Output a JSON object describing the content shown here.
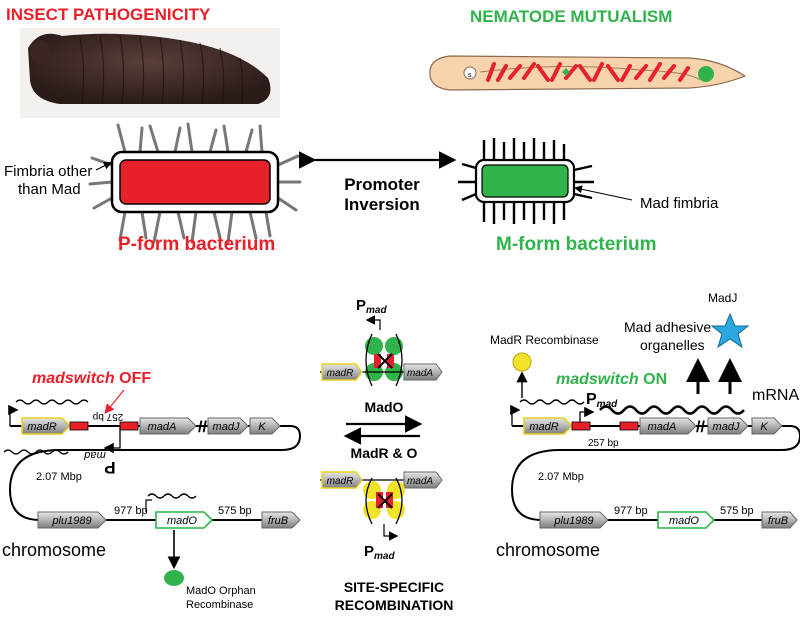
{
  "headings": {
    "insect": "INSECT PATHOGENICITY",
    "nematode": "NEMATODE MUTUALISM"
  },
  "middle": {
    "fimbria_other_line1": "Fimbria other",
    "fimbria_other_line2": "than Mad",
    "promoter_line1": "Promoter",
    "promoter_line2": "Inversion",
    "mad_fimbria": "Mad fimbria",
    "p_form": "P-form bacterium",
    "m_form": "M-form bacterium"
  },
  "left": {
    "status_italic": "madswitch",
    "status_word": "OFF",
    "bp_257": "257 bp",
    "p_label": "P",
    "p_sub": "mad",
    "mbp": "2.07 Mbp",
    "bp_977": "977 bp",
    "bp_575": "575 bp",
    "chromosome": "chromosome",
    "orphan_line1": "MadO Orphan",
    "orphan_line2": "Recombinase"
  },
  "center": {
    "p_top": "P",
    "p_top_sub": "mad",
    "madO": "MadO",
    "madRO": "MadR & O",
    "p_bottom": "P",
    "p_bottom_sub": "mad",
    "site_line1": "SITE-SPECIFIC",
    "site_line2": "RECOMBINATION"
  },
  "right": {
    "madR_recombinase": "MadR Recombinase",
    "madJ": "MadJ",
    "adhesive_line1": "Mad adhesive",
    "adhesive_line2": "organelles",
    "status_italic": "madswitch",
    "status_word": "ON",
    "mrna": "mRNA",
    "p_label": "P",
    "p_sub": "mad",
    "bp_257": "257 bp",
    "mbp": "2.07 Mbp",
    "bp_977": "977 bp",
    "bp_575": "575 bp",
    "chromosome": "chromosome"
  },
  "genes": {
    "madR": "madR",
    "madA": "madA",
    "madJ": "madJ",
    "K": "K",
    "plu1989": "plu1989",
    "madO": "madO",
    "fruB": "fruB"
  },
  "colors": {
    "red": "#e8202a",
    "green": "#2fb34a",
    "gene_gray": "#a6a6a6",
    "yellow": "#f2e229",
    "blue_star": "#2aa8e0"
  }
}
